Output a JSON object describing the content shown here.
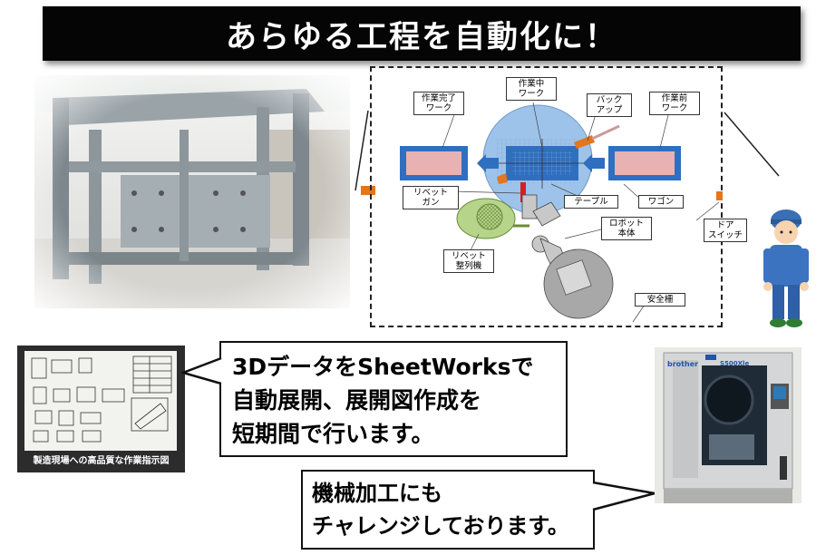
{
  "title": "あらゆる工程を自動化に！",
  "diagram": {
    "labels": {
      "done_work": "作業完了\nワーク",
      "working": "作業中\nワーク",
      "backup": "バック\nアップ",
      "before_work": "作業前\nワーク",
      "rivet_gun": "リベット\nガン",
      "table": "テーブル",
      "wagon": "ワゴン",
      "robot": "ロボット\n本体",
      "door_switch": "ドア\nスイッチ",
      "rivet_feeder": "リベット\n整列機",
      "safety_fence": "安全柵"
    }
  },
  "drawing_caption": "製造現場への高品質な作業指示図",
  "callout1": "3DデータをSheetWorksで\n自動展開、展開図作成を\n短期間で行います。",
  "callout2": "機械加工にも\nチャレンジしております。",
  "machine": {
    "brand": "brother",
    "model": "S500Xle"
  },
  "colors": {
    "title_bg": "#050505",
    "table_blue": "#9ec3ea",
    "work_pink": "#e9b2b2",
    "work_border": "#2f6fc0",
    "orange": "#e4761b"
  }
}
